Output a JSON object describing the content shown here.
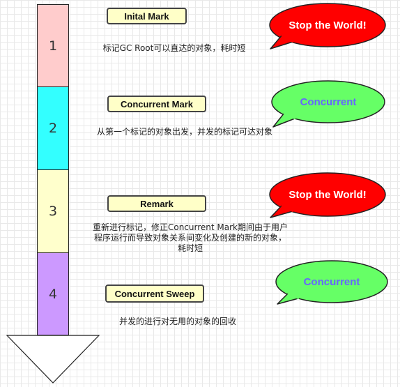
{
  "steps": [
    {
      "number": "1",
      "phase": "Inital Mark",
      "description_lines": [
        "标记GC Root可以直达的对象，耗时短"
      ],
      "callout": "Stop the World!"
    },
    {
      "number": "2",
      "phase": "Concurrent Mark",
      "description_lines": [
        "从第一个标记的对象出发，并发的标记可达对象"
      ],
      "callout": "Concurrent"
    },
    {
      "number": "3",
      "phase": "Remark",
      "description_lines": [
        "重新进行标记，修正Concurrent Mark期间由于用户",
        "程序运行而导致对象关系间变化及创建的新的对象，",
        "耗时短"
      ],
      "callout": "Stop the World!"
    },
    {
      "number": "4",
      "phase": "Concurrent Sweep",
      "description_lines": [
        "并发的进行对无用的对象的回收"
      ],
      "callout": "Concurrent"
    }
  ],
  "colors": {
    "segments": [
      "#ffcccc",
      "#33ffff",
      "#ffffcc",
      "#cc99ff"
    ],
    "stop_the_world_fill": "#ff0000",
    "concurrent_fill": "#66ff66",
    "stop_the_world_text": "#ffffff",
    "concurrent_text": "#6666ff",
    "phase_box": "#ffffc8"
  }
}
